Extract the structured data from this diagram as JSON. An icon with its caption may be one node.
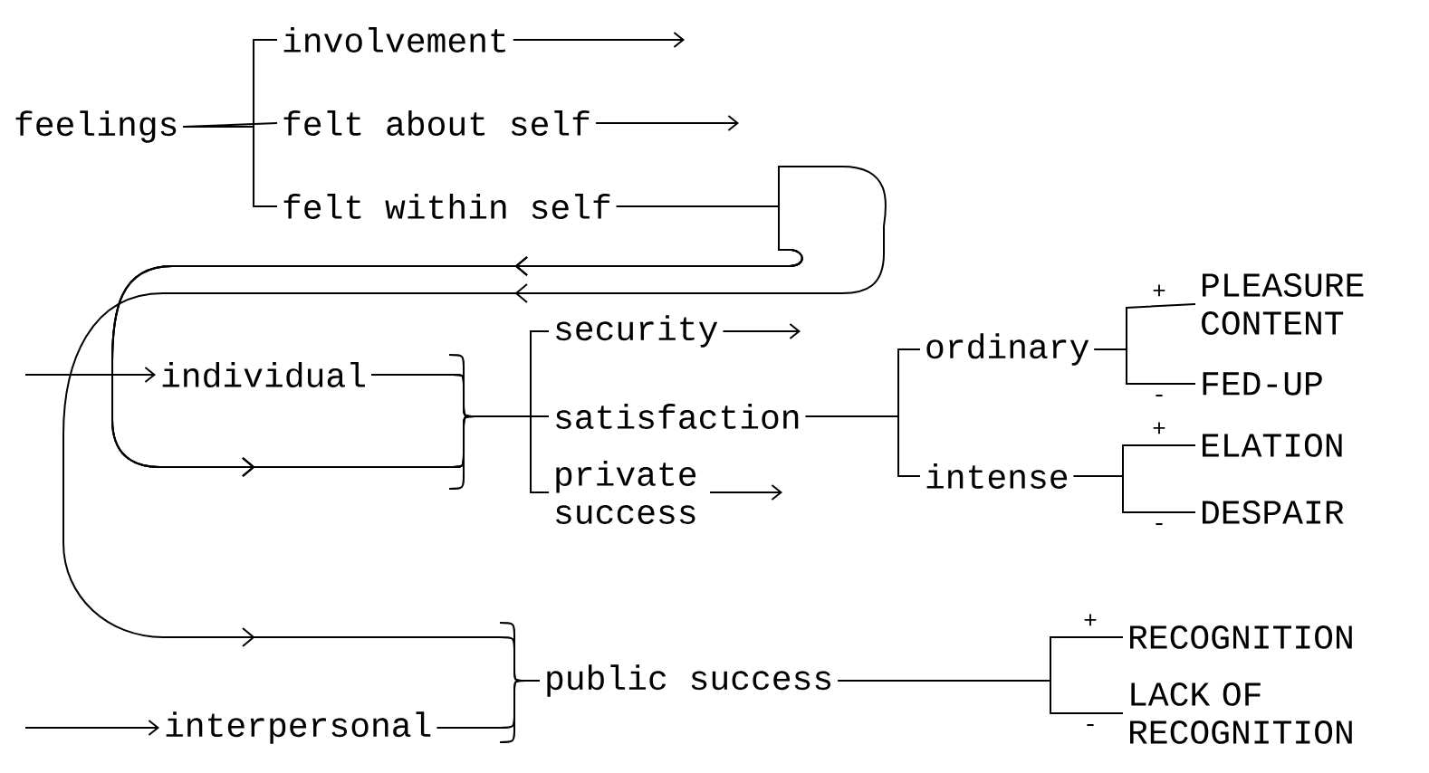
{
  "diagram": {
    "nodes": [
      {
        "text": [
          "feelings"
        ]
      },
      {
        "text": [
          "involvement"
        ]
      },
      {
        "text": [
          "felt about self"
        ]
      },
      {
        "text": [
          "felt within self"
        ]
      },
      {
        "text": [
          "individual"
        ]
      },
      {
        "text": [
          "interpersonal"
        ]
      },
      {
        "text": [
          "security"
        ]
      },
      {
        "text": [
          "satisfaction"
        ]
      },
      {
        "text": [
          "private success"
        ]
      },
      {
        "text": [
          "public success"
        ]
      },
      {
        "text": [
          "ordinary"
        ]
      },
      {
        "text": [
          "intense"
        ]
      },
      {
        "text": [
          "PLEASURE CONTENT"
        ]
      },
      {
        "text": [
          "FED-UP"
        ]
      },
      {
        "text": [
          "ELATION"
        ]
      },
      {
        "text": [
          "DESPAIR"
        ]
      },
      {
        "text": [
          "RECOGNITION"
        ]
      },
      {
        "text": [
          "LACK OF RECOGNITION"
        ]
      }
    ],
    "edges": [
      {
        "from": 0,
        "to": 1,
        "arrow": "none"
      },
      {
        "from": 0,
        "to": 2,
        "arrow": "none"
      },
      {
        "from": 0,
        "to": 3,
        "arrow": "none"
      },
      {
        "from": 1,
        "to": null,
        "arrow": "to"
      },
      {
        "from": 2,
        "to": null,
        "arrow": "to"
      },
      {
        "from": 3,
        "to": 6,
        "arrow": "to"
      },
      {
        "from": 3,
        "to": 7,
        "arrow": "to"
      },
      {
        "from": 3,
        "to": 8,
        "arrow": "to"
      },
      {
        "from": 3,
        "to": 9,
        "arrow": "to"
      },
      {
        "from": null,
        "to": 4,
        "arrow": "to"
      },
      {
        "from": 4,
        "to": 6,
        "arrow": "none"
      },
      {
        "from": 4,
        "to": 7,
        "arrow": "none"
      },
      {
        "from": 4,
        "to": 8,
        "arrow": "none"
      },
      {
        "from": 6,
        "to": null,
        "arrow": "to"
      },
      {
        "from": 8,
        "to": null,
        "arrow": "to"
      },
      {
        "from": null,
        "to": 5,
        "arrow": "to"
      },
      {
        "from": 5,
        "to": 9,
        "arrow": "none"
      },
      {
        "from": 7,
        "to": 10,
        "arrow": "none"
      },
      {
        "from": 7,
        "to": 11,
        "arrow": "none"
      },
      {
        "from": 10,
        "to": 12,
        "arrow": "none"
      },
      {
        "from": 10,
        "to": 13,
        "arrow": "none"
      },
      {
        "from": 11,
        "to": 14,
        "arrow": "none"
      },
      {
        "from": 11,
        "to": 15,
        "arrow": "none"
      },
      {
        "from": 9,
        "to": 16,
        "arrow": "none"
      },
      {
        "from": 9,
        "to": 17,
        "arrow": "none"
      }
    ],
    "labels": [
      "+",
      "-",
      "+",
      "-",
      "+",
      "-"
    ]
  }
}
